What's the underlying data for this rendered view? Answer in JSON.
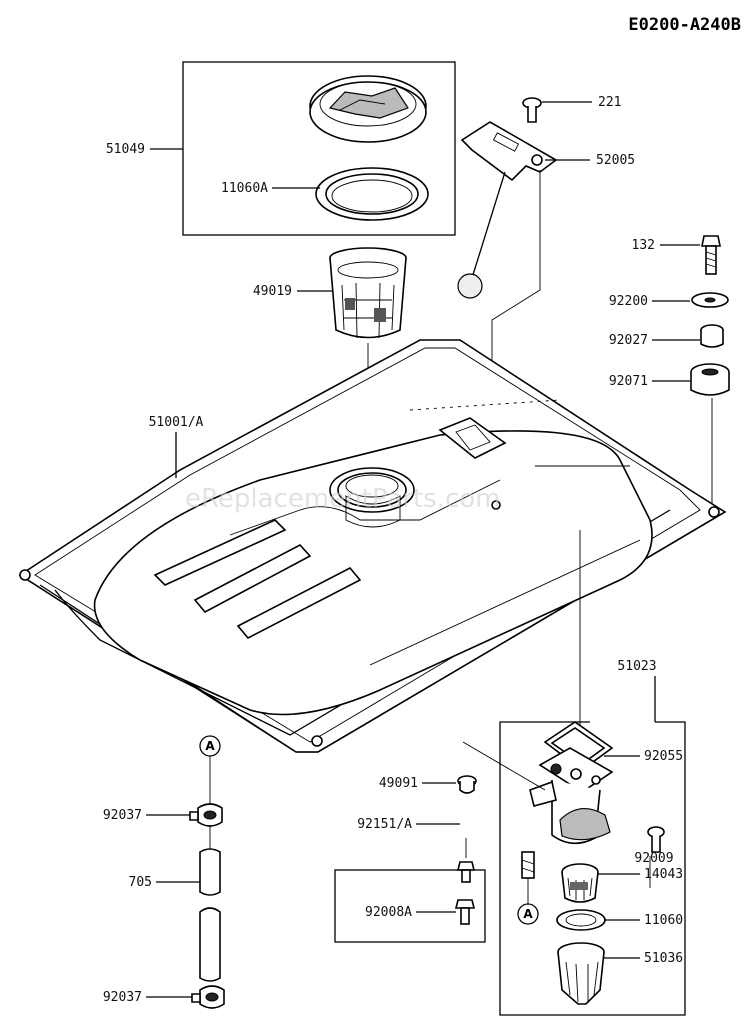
{
  "diagram_code": "E0200-A240B",
  "watermark": "eReplacementParts.com",
  "ref_marker": "A",
  "labels": {
    "p51049": "51049",
    "p11060A": "11060A",
    "p49019": "49019",
    "p221": "221",
    "p52005": "52005",
    "p132": "132",
    "p92200": "92200",
    "p92027": "92027",
    "p92071": "92071",
    "p51001A": "51001/A",
    "p51023": "51023",
    "p92055": "92055",
    "p49091": "49091",
    "p92009": "92009",
    "p92151A": "92151/A",
    "p14043": "14043",
    "p92008A": "92008A",
    "p11060": "11060",
    "p51036": "51036",
    "p92037a": "92037",
    "p705": "705",
    "p92037b": "92037"
  }
}
